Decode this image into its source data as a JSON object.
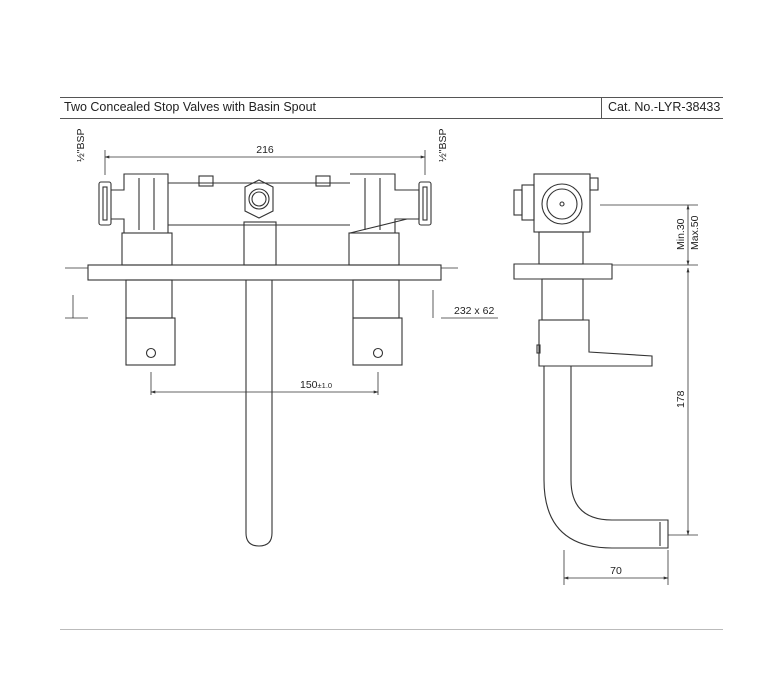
{
  "header": {
    "title": "Two Concealed Stop Valves with Basin Spout",
    "catalog": "Cat. No.-LYR-38433"
  },
  "dimensions": {
    "width_216": "216",
    "bsp_left": "½\"BSP",
    "bsp_right": "½\"BSP",
    "plate_size": "232 x 62",
    "center_distance": "150",
    "center_tolerance": "±1.0",
    "min_depth": "Min.30",
    "max_depth": "Max.50",
    "height_178": "178",
    "projection_70": "70"
  }
}
